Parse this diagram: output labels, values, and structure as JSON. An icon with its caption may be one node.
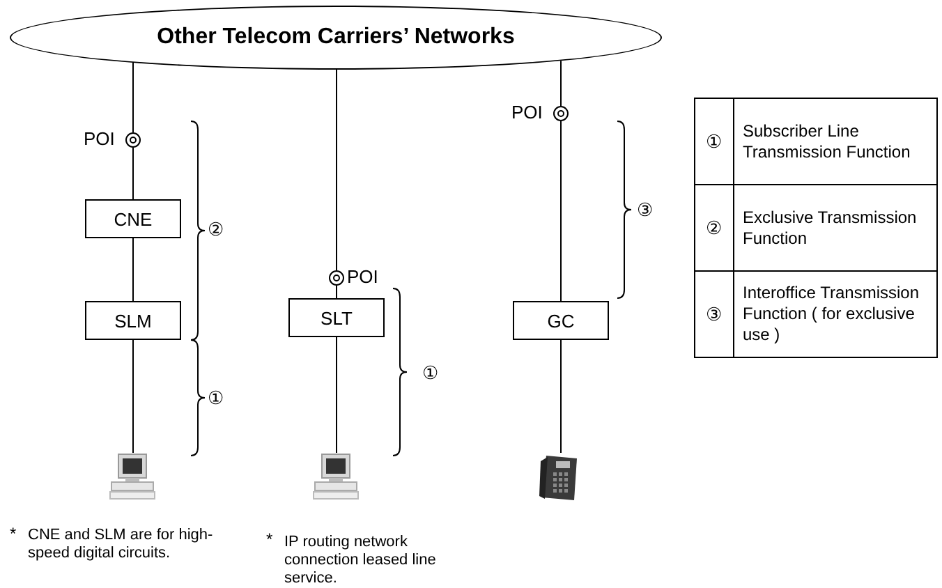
{
  "diagram": {
    "nodes": [
      {
        "text": [
          "Other Telecom Carriers’ Networks"
        ]
      },
      {
        "text": [],
        "shape": "circle",
        "beside": [
          "POI"
        ]
      },
      {
        "text": [
          "CNE"
        ]
      },
      {
        "text": [
          "SLM"
        ]
      },
      {
        "text": [],
        "shape": "picture"
      },
      {
        "text": [],
        "shape": "circle",
        "beside": [
          "POI"
        ]
      },
      {
        "text": [
          "SLT"
        ]
      },
      {
        "text": [],
        "shape": "picture"
      },
      {
        "text": [],
        "shape": "circle",
        "beside": [
          "POI"
        ]
      },
      {
        "text": [
          "GC"
        ]
      },
      {
        "text": [],
        "shape": "picture"
      }
    ],
    "edges": [
      {
        "from": 0,
        "to": 1,
        "arrow": "none"
      },
      {
        "from": 1,
        "to": 2,
        "arrow": "none"
      },
      {
        "from": 2,
        "to": 3,
        "arrow": "none"
      },
      {
        "from": 3,
        "to": 4,
        "arrow": "none"
      },
      {
        "from": 0,
        "to": 5,
        "arrow": "none"
      },
      {
        "from": 5,
        "to": 6,
        "arrow": "none"
      },
      {
        "from": 6,
        "to": 7,
        "arrow": "none"
      },
      {
        "from": 0,
        "to": 8,
        "arrow": "none"
      },
      {
        "from": 8,
        "to": 9,
        "arrow": "none"
      },
      {
        "from": 9,
        "to": 10,
        "arrow": "none"
      }
    ],
    "labels": [
      "②",
      "①",
      "①",
      "③",
      "①",
      "Subscriber Line Transmission Function",
      "②",
      "Exclusive Transmission Function",
      "③",
      "Interoffice Transmission Function ( for exclusive use )",
      "*",
      "CNE and SLM are for high-speed digital circuits.",
      "*",
      "IP routing network connection leased line service."
    ]
  }
}
